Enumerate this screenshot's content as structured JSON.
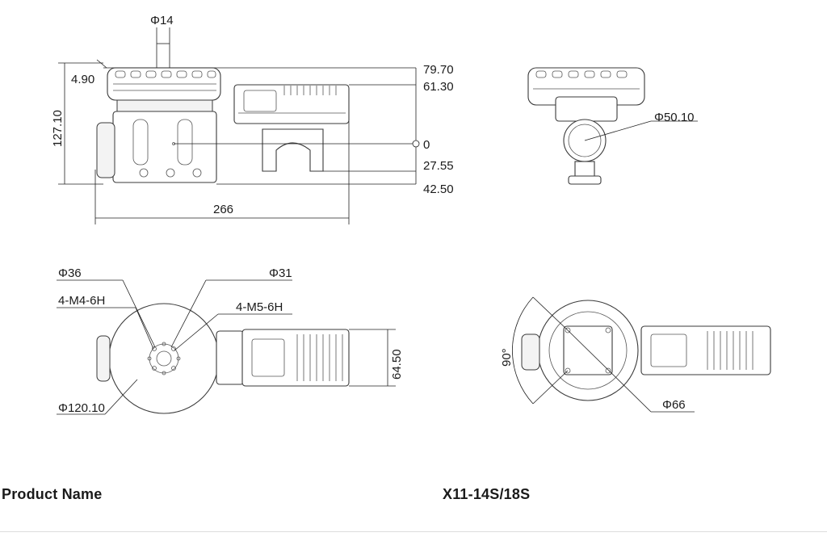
{
  "drawing": {
    "side_view": {
      "phi_top": "Φ14",
      "offset_left": "4.90",
      "height_total": "127.10",
      "length": "266",
      "levels": [
        "79.70",
        "61.30",
        "0",
        "27.55",
        "42.50"
      ]
    },
    "front_view": {
      "phi": "Φ50.10"
    },
    "bottom_view": {
      "phi_36": "Φ36",
      "phi_31": "Φ31",
      "holes_m4": "4-M4-6H",
      "holes_m5": "4-M5-6H",
      "phi_outer": "Φ120.10",
      "width": "64.50"
    },
    "top_view": {
      "angle": "90°",
      "phi": "Φ66"
    }
  },
  "spec": {
    "label": "Product Name",
    "value": "X11-14S/18S"
  }
}
